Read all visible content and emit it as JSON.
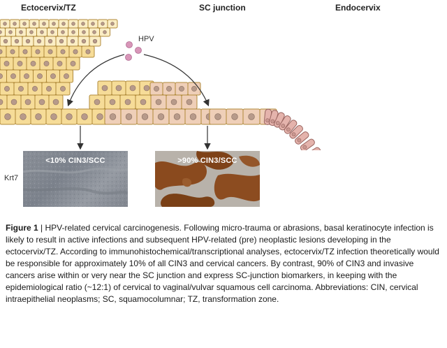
{
  "regions": {
    "ectocervix": "Ectocervix/TZ",
    "sc_junction": "SC junction",
    "endocervix": "Endocervix"
  },
  "virus_label": "HPV",
  "marker_label": "Krt7",
  "micrographs": {
    "left_label": "<10% CIN3/SCC",
    "right_label": ">90% CIN3/SCC"
  },
  "caption": {
    "figure_number": "Figure 1",
    "separator": " | ",
    "text": "HPV-related cervical carcinogenesis. Following micro-trauma or abrasions, basal keratinocyte infection is likely to result in active infections and subsequent HPV-related (pre) neoplastic lesions developing in the ectocervix/TZ. According to immunohistochemical/transcriptional analyses, ectocervix/TZ infection theoretically would be responsible for approximately 10% of all CIN3 and cervical cancers. By contrast, 90% of CIN3 and invasive cancers arise within or very near the SC junction and express SC-junction biomarkers, in keeping with the epidemiological ratio (~12:1) of cervical to vaginal/vulvar squamous cell carcinoma. Abbreviations: CIN, cervical intraepithelial neoplasms; SC, squamocolumnar; TZ, transformation zone."
  },
  "colors": {
    "squamous_cell": "#f6dc98",
    "squamous_cell_light": "#fbeec5",
    "cell_border": "#b08a3a",
    "nucleus": "#b79a8a",
    "junction_cell": "#efcfb8",
    "columnar_cell": "#e4b3ac",
    "columnar_border": "#9a6560",
    "virus": "#d896b8"
  }
}
